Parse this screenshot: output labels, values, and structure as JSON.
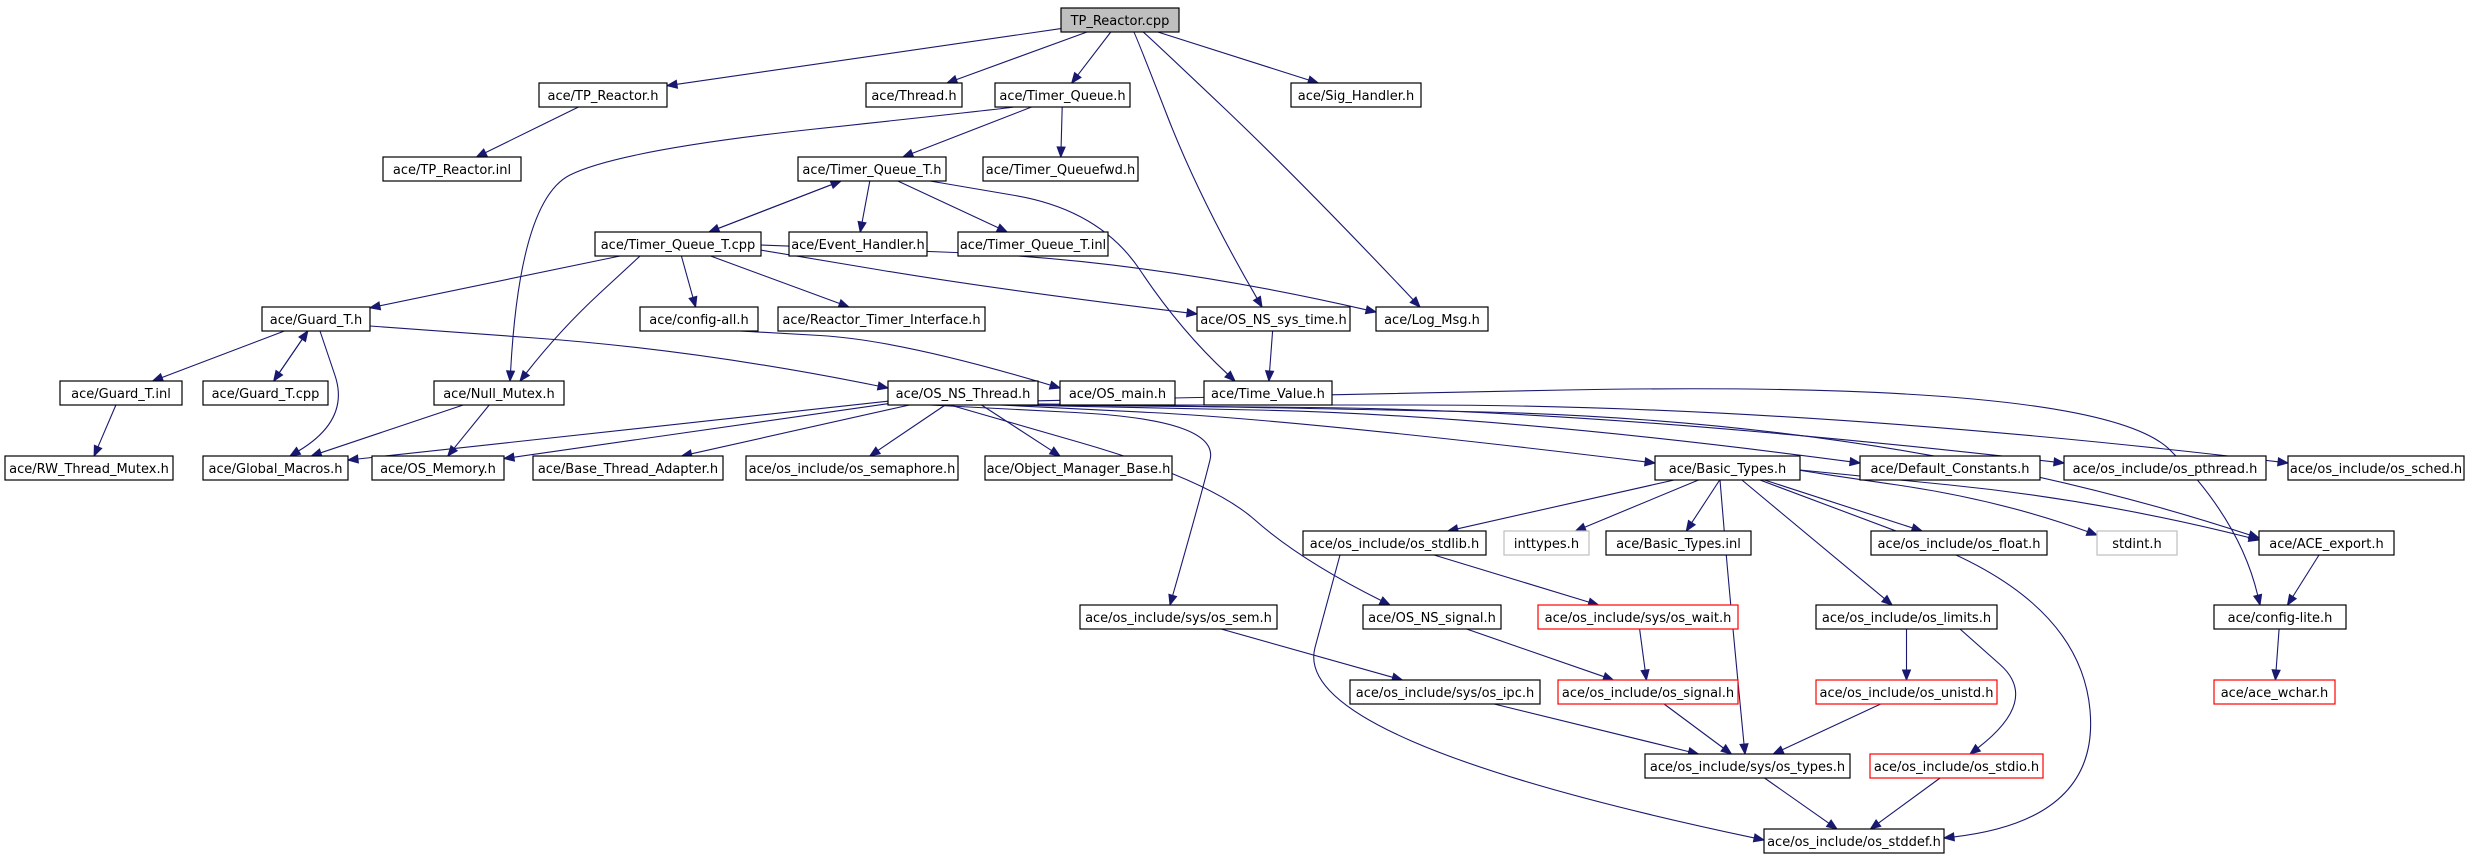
{
  "nodes": [
    {
      "id": "tp_reactor_cpp",
      "label": "TP_Reactor.cpp",
      "style": "root"
    },
    {
      "id": "tp_reactor_h",
      "label": "ace/TP_Reactor.h"
    },
    {
      "id": "thread_h",
      "label": "ace/Thread.h"
    },
    {
      "id": "timer_queue_h",
      "label": "ace/Timer_Queue.h"
    },
    {
      "id": "sig_handler_h",
      "label": "ace/Sig_Handler.h"
    },
    {
      "id": "tp_reactor_inl",
      "label": "ace/TP_Reactor.inl"
    },
    {
      "id": "timer_queue_t_h",
      "label": "ace/Timer_Queue_T.h"
    },
    {
      "id": "timer_queuefwd_h",
      "label": "ace/Timer_Queuefwd.h"
    },
    {
      "id": "timer_queue_t_cpp",
      "label": "ace/Timer_Queue_T.cpp"
    },
    {
      "id": "event_handler_h",
      "label": "ace/Event_Handler.h"
    },
    {
      "id": "timer_queue_t_inl",
      "label": "ace/Timer_Queue_T.inl"
    },
    {
      "id": "guard_t_h",
      "label": "ace/Guard_T.h"
    },
    {
      "id": "config_all_h",
      "label": "ace/config-all.h"
    },
    {
      "id": "reactor_timer_interface_h",
      "label": "ace/Reactor_Timer_Interface.h"
    },
    {
      "id": "os_ns_sys_time_h",
      "label": "ace/OS_NS_sys_time.h"
    },
    {
      "id": "log_msg_h",
      "label": "ace/Log_Msg.h"
    },
    {
      "id": "guard_t_inl",
      "label": "ace/Guard_T.inl"
    },
    {
      "id": "guard_t_cpp",
      "label": "ace/Guard_T.cpp"
    },
    {
      "id": "null_mutex_h",
      "label": "ace/Null_Mutex.h"
    },
    {
      "id": "os_ns_thread_h",
      "label": "ace/OS_NS_Thread.h"
    },
    {
      "id": "os_main_h",
      "label": "ace/OS_main.h"
    },
    {
      "id": "time_value_h",
      "label": "ace/Time_Value.h"
    },
    {
      "id": "rw_thread_mutex_h",
      "label": "ace/RW_Thread_Mutex.h"
    },
    {
      "id": "global_macros_h",
      "label": "ace/Global_Macros.h"
    },
    {
      "id": "os_memory_h",
      "label": "ace/OS_Memory.h"
    },
    {
      "id": "base_thread_adapter_h",
      "label": "ace/Base_Thread_Adapter.h"
    },
    {
      "id": "os_semaphore_h",
      "label": "ace/os_include/os_semaphore.h"
    },
    {
      "id": "object_manager_base_h",
      "label": "ace/Object_Manager_Base.h"
    },
    {
      "id": "basic_types_h",
      "label": "ace/Basic_Types.h"
    },
    {
      "id": "default_constants_h",
      "label": "ace/Default_Constants.h"
    },
    {
      "id": "os_pthread_h",
      "label": "ace/os_include/os_pthread.h"
    },
    {
      "id": "os_sched_h",
      "label": "ace/os_include/os_sched.h"
    },
    {
      "id": "os_stdlib_h",
      "label": "ace/os_include/os_stdlib.h"
    },
    {
      "id": "inttypes_h",
      "label": "inttypes.h",
      "style": "grey"
    },
    {
      "id": "basic_types_inl",
      "label": "ace/Basic_Types.inl"
    },
    {
      "id": "os_float_h",
      "label": "ace/os_include/os_float.h"
    },
    {
      "id": "stdint_h",
      "label": "stdint.h",
      "style": "grey"
    },
    {
      "id": "ace_export_h",
      "label": "ace/ACE_export.h"
    },
    {
      "id": "os_sys_sem_h",
      "label": "ace/os_include/sys/os_sem.h"
    },
    {
      "id": "os_ns_signal_h",
      "label": "ace/OS_NS_signal.h"
    },
    {
      "id": "os_sys_wait_h",
      "label": "ace/os_include/sys/os_wait.h",
      "style": "red"
    },
    {
      "id": "os_limits_h",
      "label": "ace/os_include/os_limits.h"
    },
    {
      "id": "config_lite_h",
      "label": "ace/config-lite.h"
    },
    {
      "id": "os_sys_ipc_h",
      "label": "ace/os_include/sys/os_ipc.h"
    },
    {
      "id": "os_signal_h",
      "label": "ace/os_include/os_signal.h",
      "style": "red"
    },
    {
      "id": "os_unistd_h",
      "label": "ace/os_include/os_unistd.h",
      "style": "red"
    },
    {
      "id": "ace_wchar_h",
      "label": "ace/ace_wchar.h",
      "style": "red"
    },
    {
      "id": "os_sys_types_h",
      "label": "ace/os_include/sys/os_types.h"
    },
    {
      "id": "os_stdio_h",
      "label": "ace/os_include/os_stdio.h",
      "style": "red"
    },
    {
      "id": "os_stddef_h",
      "label": "ace/os_include/os_stddef.h"
    }
  ],
  "edges": [
    [
      "tp_reactor_cpp",
      "tp_reactor_h"
    ],
    [
      "tp_reactor_cpp",
      "thread_h"
    ],
    [
      "tp_reactor_cpp",
      "timer_queue_h"
    ],
    [
      "tp_reactor_cpp",
      "sig_handler_h"
    ],
    [
      "tp_reactor_cpp",
      "os_ns_sys_time_h"
    ],
    [
      "tp_reactor_cpp",
      "log_msg_h"
    ],
    [
      "tp_reactor_h",
      "tp_reactor_inl"
    ],
    [
      "timer_queue_h",
      "timer_queue_t_h"
    ],
    [
      "timer_queue_h",
      "timer_queuefwd_h"
    ],
    [
      "timer_queue_h",
      "null_mutex_h"
    ],
    [
      "timer_queue_t_h",
      "timer_queue_t_cpp"
    ],
    [
      "timer_queue_t_h",
      "event_handler_h"
    ],
    [
      "timer_queue_t_h",
      "timer_queue_t_inl"
    ],
    [
      "timer_queue_t_h",
      "time_value_h"
    ],
    [
      "timer_queue_t_cpp",
      "timer_queue_t_h"
    ],
    [
      "timer_queue_t_cpp",
      "guard_t_h"
    ],
    [
      "timer_queue_t_cpp",
      "config_all_h"
    ],
    [
      "timer_queue_t_cpp",
      "reactor_timer_interface_h"
    ],
    [
      "timer_queue_t_cpp",
      "os_ns_sys_time_h"
    ],
    [
      "timer_queue_t_cpp",
      "log_msg_h"
    ],
    [
      "timer_queue_t_cpp",
      "null_mutex_h"
    ],
    [
      "os_ns_sys_time_h",
      "time_value_h"
    ],
    [
      "config_all_h",
      "os_main_h"
    ],
    [
      "guard_t_h",
      "guard_t_inl"
    ],
    [
      "guard_t_h",
      "guard_t_cpp"
    ],
    [
      "guard_t_h",
      "global_macros_h"
    ],
    [
      "guard_t_h",
      "os_ns_thread_h"
    ],
    [
      "guard_t_cpp",
      "guard_t_h"
    ],
    [
      "guard_t_inl",
      "rw_thread_mutex_h"
    ],
    [
      "null_mutex_h",
      "global_macros_h"
    ],
    [
      "null_mutex_h",
      "os_memory_h"
    ],
    [
      "os_ns_thread_h",
      "global_macros_h"
    ],
    [
      "os_ns_thread_h",
      "os_memory_h"
    ],
    [
      "os_ns_thread_h",
      "base_thread_adapter_h"
    ],
    [
      "os_ns_thread_h",
      "os_semaphore_h"
    ],
    [
      "os_ns_thread_h",
      "object_manager_base_h"
    ],
    [
      "os_ns_thread_h",
      "basic_types_h"
    ],
    [
      "os_ns_thread_h",
      "default_constants_h"
    ],
    [
      "os_ns_thread_h",
      "os_pthread_h"
    ],
    [
      "os_ns_thread_h",
      "os_sched_h"
    ],
    [
      "os_ns_thread_h",
      "ace_export_h"
    ],
    [
      "os_ns_thread_h",
      "config_lite_h"
    ],
    [
      "os_ns_thread_h",
      "os_sys_sem_h"
    ],
    [
      "os_ns_thread_h",
      "os_ns_signal_h"
    ],
    [
      "basic_types_h",
      "os_stdlib_h"
    ],
    [
      "basic_types_h",
      "inttypes_h"
    ],
    [
      "basic_types_h",
      "basic_types_inl"
    ],
    [
      "basic_types_h",
      "os_float_h"
    ],
    [
      "basic_types_h",
      "stdint_h"
    ],
    [
      "basic_types_h",
      "ace_export_h"
    ],
    [
      "basic_types_h",
      "os_limits_h"
    ],
    [
      "basic_types_h",
      "os_sys_types_h"
    ],
    [
      "basic_types_h",
      "os_stddef_h"
    ],
    [
      "os_stdlib_h",
      "os_sys_wait_h"
    ],
    [
      "os_stdlib_h",
      "os_stddef_h"
    ],
    [
      "ace_export_h",
      "config_lite_h"
    ],
    [
      "config_lite_h",
      "ace_wchar_h"
    ],
    [
      "os_sys_sem_h",
      "os_sys_ipc_h"
    ],
    [
      "os_ns_signal_h",
      "os_signal_h"
    ],
    [
      "os_sys_wait_h",
      "os_signal_h"
    ],
    [
      "os_limits_h",
      "os_unistd_h"
    ],
    [
      "os_limits_h",
      "os_stdio_h"
    ],
    [
      "os_sys_ipc_h",
      "os_sys_types_h"
    ],
    [
      "os_signal_h",
      "os_sys_types_h"
    ],
    [
      "os_unistd_h",
      "os_sys_types_h"
    ],
    [
      "os_sys_types_h",
      "os_stddef_h"
    ],
    [
      "os_stdio_h",
      "os_stddef_h"
    ]
  ]
}
